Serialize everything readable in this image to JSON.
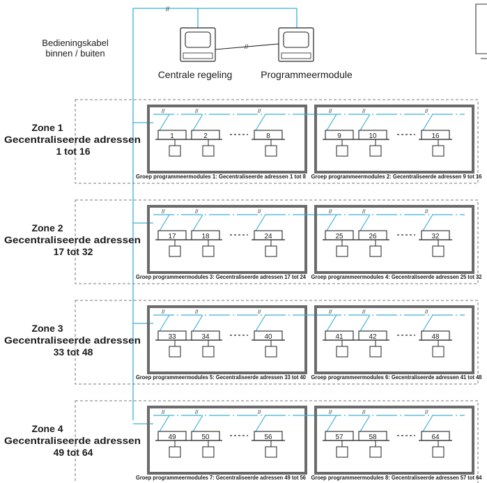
{
  "colors": {
    "cable": "#3bb0d8",
    "line": "#222222",
    "group_border": "#6b6b6b",
    "zone_border": "#777777"
  },
  "header": {
    "cable_label_1": "Bedieningskabel",
    "cable_label_2": "binnen / buiten",
    "central_label": "Centrale regeling",
    "program_label": "Programmeermodule"
  },
  "zones": [
    {
      "title": "Zone 1",
      "subtitle": "Gecentraliseerde adressen",
      "range": "1 tot 16",
      "groups": [
        {
          "caption": "Groep programmeermodules 1: Gecentraliseerde adressen 1 tot 8",
          "units": [
            "1",
            "2",
            "8"
          ]
        },
        {
          "caption": "Groep programmeermodules 2: Gecentraliseerde adressen 9 tot 16",
          "units": [
            "9",
            "10",
            "16"
          ]
        }
      ]
    },
    {
      "title": "Zone 2",
      "subtitle": "Gecentraliseerde adressen",
      "range": "17 tot 32",
      "groups": [
        {
          "caption": "Groep programmeermodules 3: Gecentraliseerde adressen 17 tot 24",
          "units": [
            "17",
            "18",
            "24"
          ]
        },
        {
          "caption": "Groep programmeermodules 4: Gecentraliseerde adressen 25 tot 32",
          "units": [
            "25",
            "26",
            "32"
          ]
        }
      ]
    },
    {
      "title": "Zone 3",
      "subtitle": "Gecentraliseerde adressen",
      "range": "33 tot 48",
      "groups": [
        {
          "caption": "Groep programmeermodules 5: Gecentraliseerde adressen 33 tot 40",
          "units": [
            "33",
            "34",
            "40"
          ]
        },
        {
          "caption": "Groep programmeermodules 6: Gecentraliseerde adressen 41 tot 48",
          "units": [
            "41",
            "42",
            "48"
          ]
        }
      ]
    },
    {
      "title": "Zone 4",
      "subtitle": "Gecentraliseerde adressen",
      "range": "49 tot 64",
      "groups": [
        {
          "caption": "Groep programmeermodules 7: Gecentraliseerde adressen 49 tot 56",
          "units": [
            "49",
            "50",
            "56"
          ]
        },
        {
          "caption": "Groep programmeermodules 8: Gecentraliseerde adressen 57 tot 64",
          "units": [
            "57",
            "58",
            "64"
          ]
        }
      ]
    }
  ]
}
